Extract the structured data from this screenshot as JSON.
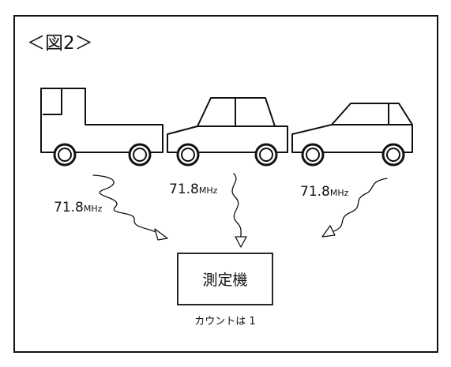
{
  "figure_title": "＜図2＞",
  "signals": [
    {
      "value": "71.8",
      "unit": "MHz"
    },
    {
      "value": "71.8",
      "unit": "MHz"
    },
    {
      "value": "71.8",
      "unit": "MHz"
    }
  ],
  "device": {
    "label": "測定機",
    "caption": "カウントは 1"
  },
  "colors": {
    "stroke": "#111111",
    "background": "#ffffff"
  }
}
